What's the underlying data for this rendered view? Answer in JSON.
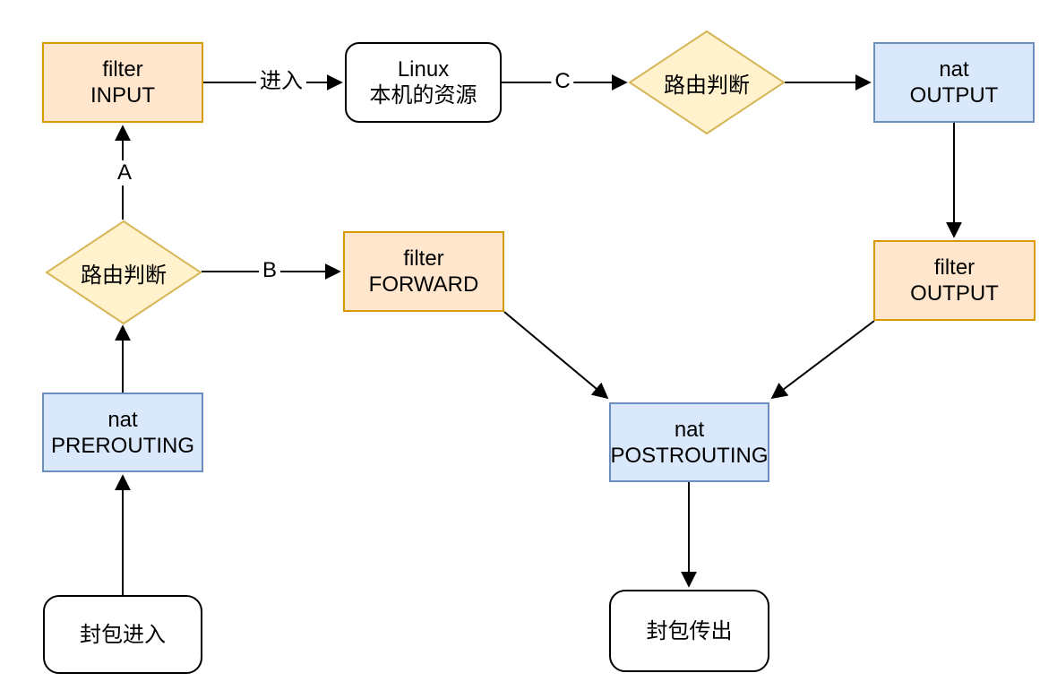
{
  "nodes": {
    "filter_input": {
      "line1": "filter",
      "line2": "INPUT"
    },
    "linux": {
      "line1": "Linux",
      "line2": "本机的资源"
    },
    "routing_top": {
      "label": "路由判断"
    },
    "nat_output": {
      "line1": "nat",
      "line2": "OUTPUT"
    },
    "filter_output": {
      "line1": "filter",
      "line2": "OUTPUT"
    },
    "routing_left": {
      "label": "路由判断"
    },
    "filter_forward": {
      "line1": "filter",
      "line2": "FORWARD"
    },
    "nat_prerouting": {
      "line1": "nat",
      "line2": "PREROUTING"
    },
    "nat_postrouting": {
      "line1": "nat",
      "line2": "POSTROUTING"
    },
    "packet_in": {
      "label": "封包进入"
    },
    "packet_out": {
      "label": "封包传出"
    }
  },
  "edge_labels": {
    "a": "A",
    "b": "B",
    "c": "C",
    "enter": "进入"
  },
  "colors": {
    "process_fill": "#FFE6CC",
    "process_stroke": "#D79B00",
    "nat_fill": "#DAE8FC",
    "nat_stroke": "#6C8EBF",
    "decision_fill": "#FFF2CC",
    "decision_stroke": "#D6B656",
    "terminal_fill": "#FFFFFF",
    "terminal_stroke": "#000000",
    "arrow": "#000000",
    "text": "#000000",
    "background": "#FFFFFF"
  }
}
